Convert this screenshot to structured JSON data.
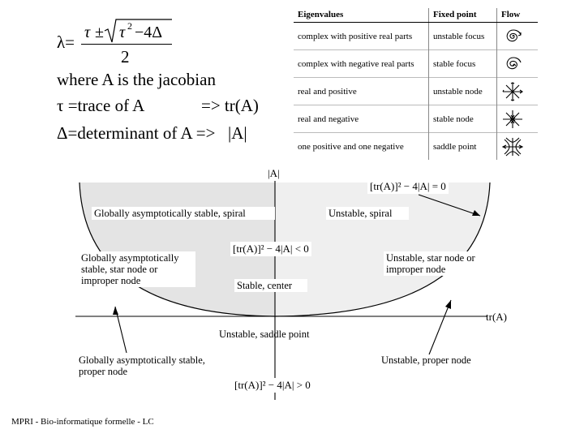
{
  "formula": {
    "lambda_lhs": "λ=",
    "numerator": "τ ± √(τ² − 4Δ)",
    "denominator": "2",
    "jacobian_text": "where A is the jacobian",
    "trace_text": "τ =trace of A",
    "trace_arrow": "=> tr(A)",
    "det_text": "Δ=determinant of A =>",
    "det_symbol": "|A|"
  },
  "table": {
    "headers": [
      "Eigenvalues",
      "Fixed point",
      "Flow"
    ],
    "rows": [
      {
        "eigen": "complex with positive real parts",
        "fixed": "unstable focus",
        "flow_icon": "outward-spiral-icon"
      },
      {
        "eigen": "complex with negative real parts",
        "fixed": "stable focus",
        "flow_icon": "inward-spiral-icon"
      },
      {
        "eigen": "real and positive",
        "fixed": "unstable node",
        "flow_icon": "unstable-node-icon"
      },
      {
        "eigen": "real and negative",
        "fixed": "stable node",
        "flow_icon": "stable-node-icon"
      },
      {
        "eigen": "one positive and one negative",
        "fixed": "saddle point",
        "flow_icon": "saddle-icon"
      }
    ]
  },
  "diagram": {
    "y_axis": "|A|",
    "x_axis": "tr(A)",
    "parabola_eq": "[tr(A)]² − 4|A| = 0",
    "inside_eq": "[tr(A)]² − 4|A| < 0",
    "below_eq": "[tr(A)]² − 4|A| > 0",
    "regions": {
      "stable_spiral": "Globally asymptotically stable, spiral",
      "unstable_spiral": "Unstable, spiral",
      "stable_star": "Globally asymptotically stable, star node or improper node",
      "unstable_star": "Unstable, star node or improper node",
      "center": "Stable, center",
      "saddle": "Unstable, saddle point",
      "stable_proper": "Globally asymptotically stable, proper node",
      "unstable_proper": "Unstable, proper node"
    },
    "colors": {
      "left_fill": "#e4e4e4",
      "right_fill": "#efefef"
    }
  },
  "footer": "MPRI - Bio-informatique formelle - LC"
}
